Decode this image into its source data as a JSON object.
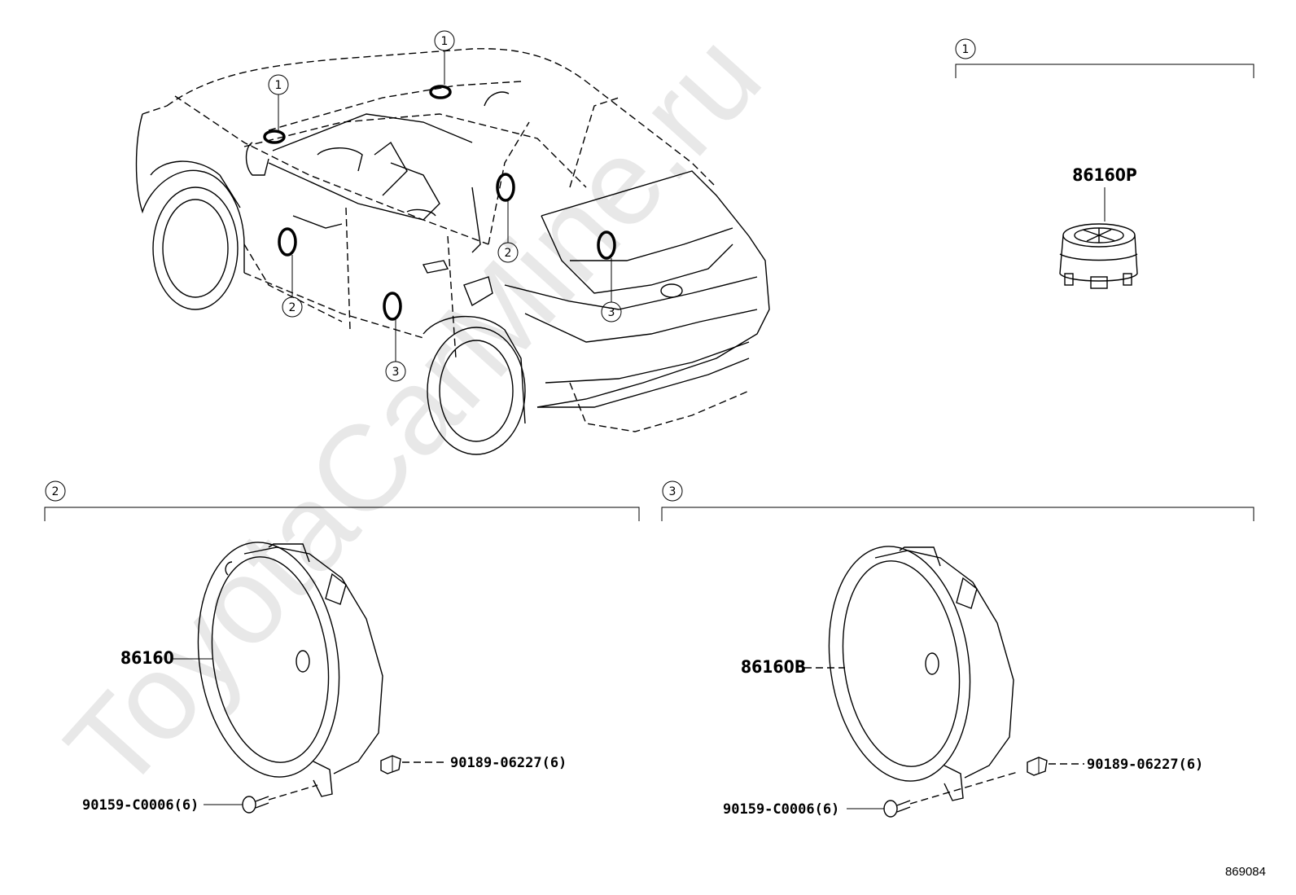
{
  "watermark": "ToyotaCarMine.ru",
  "diagram_id": "869084",
  "callouts": {
    "one_a": "1",
    "one_b": "1",
    "two_a": "2",
    "two_b": "2",
    "three_a": "3",
    "three_b": "3"
  },
  "sections": {
    "one": {
      "number": "1",
      "part": "86160P"
    },
    "two": {
      "number": "2",
      "part": "86160",
      "clip": "90189-06227(6)",
      "screw": "90159-C0006(6)"
    },
    "three": {
      "number": "3",
      "part": "86160B",
      "clip": "90189-06227(6)",
      "screw": "90159-C0006(6)"
    }
  }
}
